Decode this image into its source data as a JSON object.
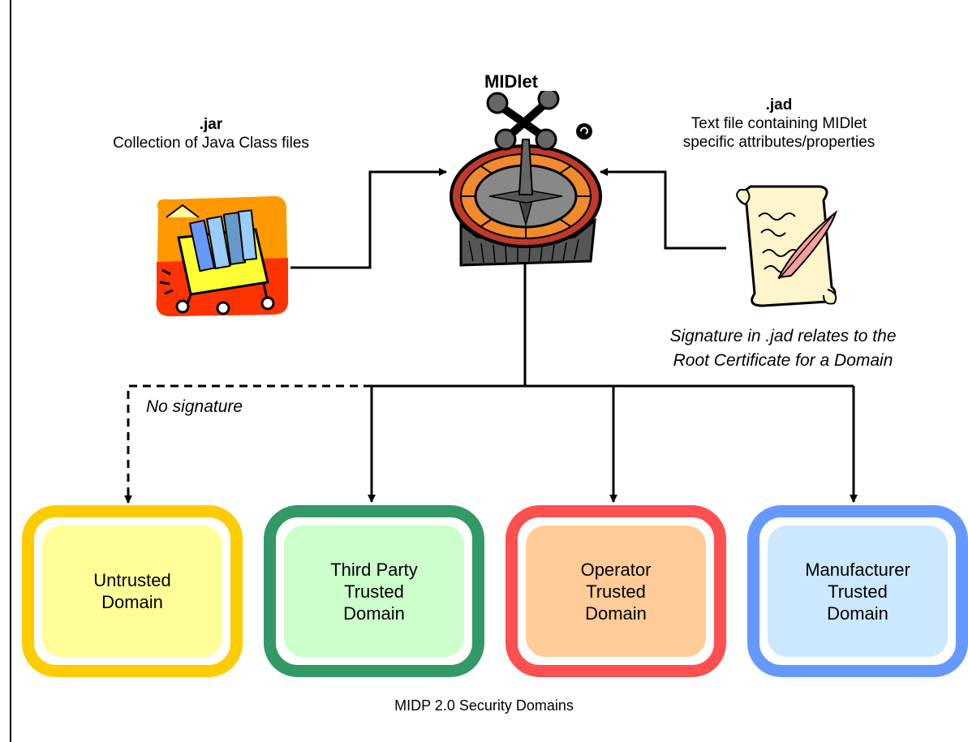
{
  "midlet": {
    "title": "MIDlet"
  },
  "jar": {
    "title": ".jar",
    "description": "Collection of Java Class  files"
  },
  "jad": {
    "title": ".jad",
    "line1": "Text file containing MIDlet",
    "line2": "specific attributes/properties"
  },
  "signature_note": {
    "line1": "Signature in .jad relates to the",
    "line2": "Root Certificate for a Domain"
  },
  "no_signature": "No signature",
  "domains": [
    {
      "label": "Untrusted\nDomain",
      "border_color": "#ffcc00",
      "fill_color": "#ffff99"
    },
    {
      "label": "Third Party\nTrusted\nDomain",
      "border_color": "#339966",
      "fill_color": "#ccffcc"
    },
    {
      "label": "Operator\nTrusted\nDomain",
      "border_color": "#ff5050",
      "fill_color": "#ffcc99"
    },
    {
      "label": "Manufacturer\nTrusted\nDomain",
      "border_color": "#6699ff",
      "fill_color": "#cce8ff"
    }
  ],
  "caption": "MIDP 2.0 Security Domains",
  "icons": {
    "jar": "file-cart-icon",
    "midlet": "roulette-wheel-icon",
    "jad": "scroll-quill-icon"
  }
}
